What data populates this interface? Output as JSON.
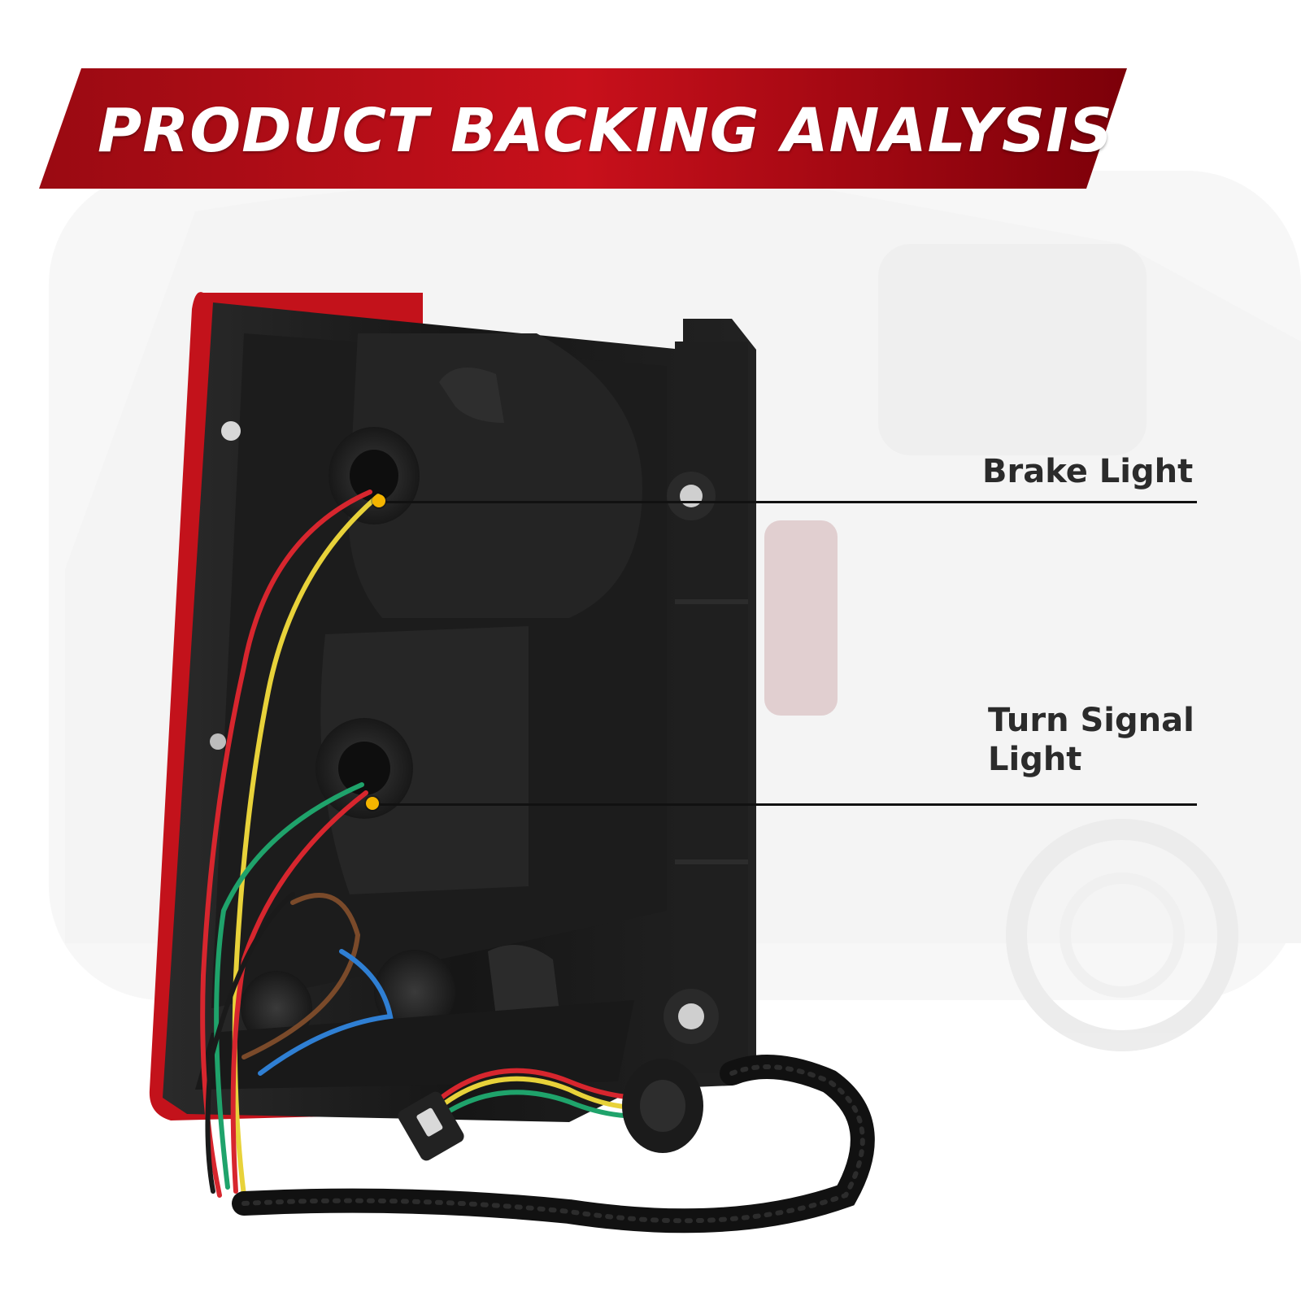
{
  "banner": {
    "title": "PRODUCT BACKING ANALYSIS",
    "color_dark": "#7a0008",
    "color_bright": "#d0101c"
  },
  "callouts": [
    {
      "label": "Brake Light",
      "dot_color": "#f4b400"
    },
    {
      "label": "Turn Signal Light",
      "dot_color": "#f4b400"
    }
  ],
  "wire_colors": {
    "red": "#d7262e",
    "yellow": "#e8d23a",
    "green": "#1fa36b",
    "blue": "#2f7fd3",
    "brown": "#7a4a2a",
    "black": "#1a1a1a"
  }
}
